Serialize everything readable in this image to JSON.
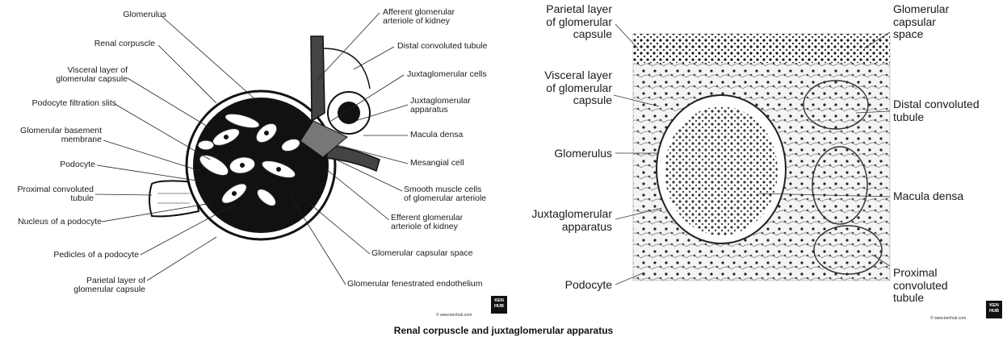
{
  "left": {
    "labels": {
      "glomerulus": "Glomerulus",
      "renal_corpuscle": "Renal corpuscle",
      "visceral_layer": "Visceral layer of\nglomerular capsule",
      "podocyte_slits": "Podocyte filtration slits",
      "basement_membrane": "Glomerular basement\nmembrane",
      "podocyte": "Podocyte",
      "proximal_tubule": "Proximal convoluted\ntubule",
      "nucleus_podocyte": "Nucleus of a podocyte",
      "pedicles": "Pedicles of a podocyte",
      "parietal_layer": "Parietal layer of\nglomerular capsule",
      "afferent": "Afferent glomerular\narteriole of kidney",
      "distal_tubule": "Distal convoluted tubule",
      "jg_cells": "Juxtaglomerular cells",
      "jg_apparatus": "Juxtaglomerular\napparatus",
      "macula_densa": "Macula densa",
      "mesangial": "Mesangial cell",
      "smooth_muscle": "Smooth muscle cells\nof glomerular arteriole",
      "efferent": "Efferent glomerular\narteriole of kidney",
      "capsular_space": "Glomerular capsular space",
      "fenestrated": "Glomerular fenestrated endothelium"
    },
    "brand": "KEN\nHUB",
    "url": "© www.kenhub.com"
  },
  "right": {
    "labels": {
      "parietal_layer": "Parietal layer\nof glomerular\ncapsule",
      "visceral_layer": "Visceral layer\nof glomerular\ncapsule",
      "glomerulus": "Glomerulus",
      "jg_apparatus": "Juxtaglomerular\napparatus",
      "podocyte": "Podocyte",
      "capsular_space": "Glomerular\ncapsular\nspace",
      "distal_tubule": "Distal convoluted\ntubule",
      "macula_densa": "Macula densa",
      "proximal_tubule": "Proximal\nconvoluted\ntubule"
    },
    "brand": "KEN\nHUB",
    "url": "© www.kenhub.com"
  },
  "caption": "Renal corpuscle and juxtaglomerular apparatus"
}
